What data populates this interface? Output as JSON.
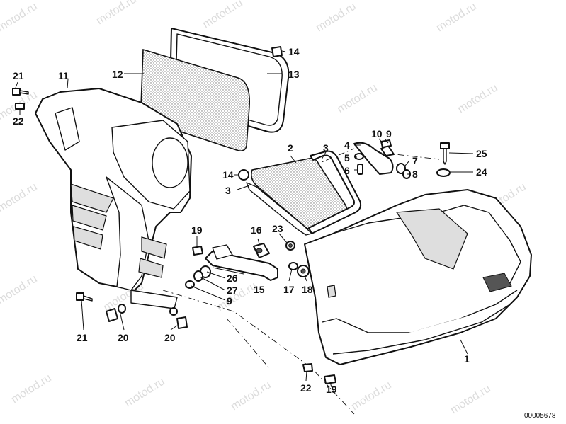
{
  "diagram": {
    "watermark": "motod.ru",
    "drawing_code": "00005678",
    "callouts": {
      "c1": "1",
      "c2": "2",
      "c3a": "3",
      "c3b": "3",
      "c4": "4",
      "c5": "5",
      "c6": "6",
      "c7": "7",
      "c8": "8",
      "c9a": "9",
      "c9b": "9",
      "c10": "10",
      "c11": "11",
      "c12": "12",
      "c13": "13",
      "c14a": "14",
      "c14b": "14",
      "c15": "15",
      "c16": "16",
      "c17": "17",
      "c18": "18",
      "c19a": "19",
      "c19b": "19",
      "c20a": "20",
      "c20b": "20",
      "c21a": "21",
      "c21b": "21",
      "c22a": "22",
      "c22b": "22",
      "c23": "23",
      "c24": "24",
      "c25": "25",
      "c26": "26",
      "c27": "27"
    }
  }
}
